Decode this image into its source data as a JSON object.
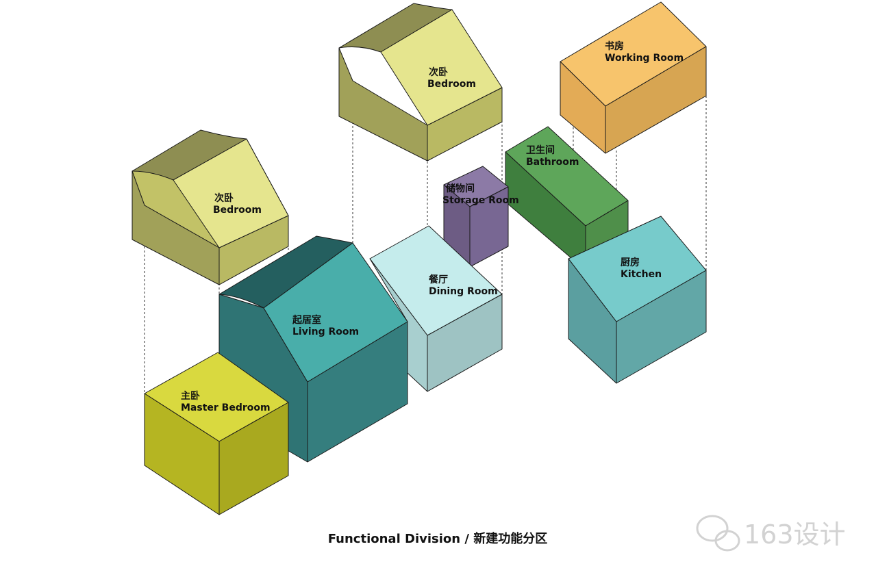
{
  "rooms": {
    "bedroom_left": {
      "zh": "次卧",
      "en": "Bedroom"
    },
    "bedroom_top": {
      "zh": "次卧",
      "en": "Bedroom"
    },
    "working_room": {
      "zh": "书房",
      "en": "Working Room"
    },
    "bathroom": {
      "zh": "卫生间",
      "en": "Bathroom"
    },
    "storage_room": {
      "zh": "储物间",
      "en": "Storage Room"
    },
    "dining_room": {
      "zh": "餐厅",
      "en": "Dining Room"
    },
    "living_room": {
      "zh": "起居室",
      "en": "Living Room"
    },
    "kitchen": {
      "zh": "厨房",
      "en": "Kitchen"
    },
    "master_bedroom": {
      "zh": "主卧",
      "en": "Master Bedroom"
    }
  },
  "caption": "Functional Division / 新建功能分区",
  "watermark": {
    "text": "163设计",
    "icon": "wechat-icon"
  },
  "colors": {
    "bedroom": "#e5e58e",
    "working_room": "#f7c46c",
    "bathroom": "#5ea65a",
    "storage_room": "#8c7aa6",
    "dining_room": "#c5ecec",
    "living_room": "#49aeaa",
    "kitchen": "#77cbcb",
    "master_bedroom": "#d9d93f"
  }
}
